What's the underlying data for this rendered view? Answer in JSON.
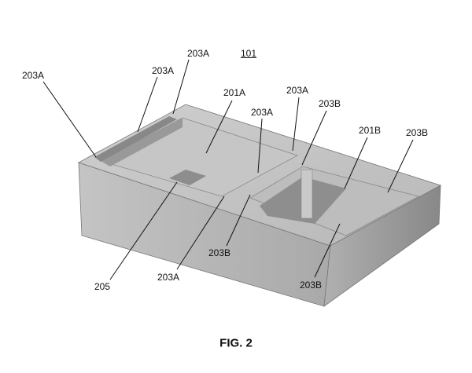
{
  "figure": {
    "reference": "101",
    "caption": "FIG. 2",
    "labels": [
      "203A",
      "203A",
      "203A",
      "201A",
      "203A",
      "203A",
      "203B",
      "201B",
      "203B",
      "205",
      "203A",
      "203B",
      "203B"
    ]
  }
}
